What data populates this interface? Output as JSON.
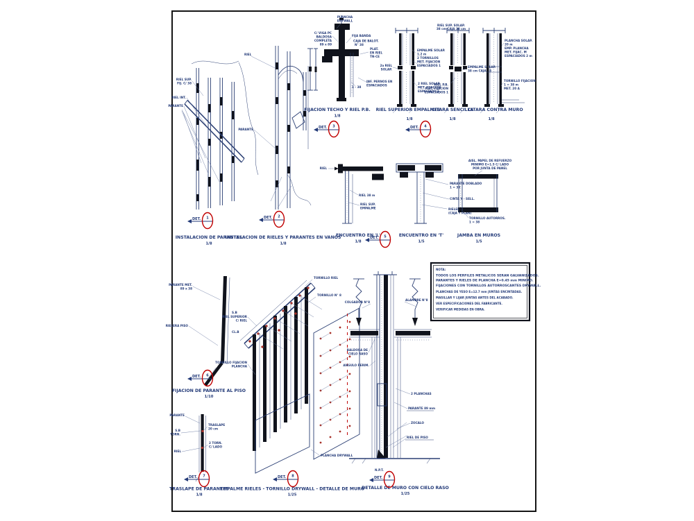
{
  "colors": {
    "line_blue": "#2a3e73",
    "text_blue": "#233a78",
    "ink_black": "#10131c",
    "marker_red": "#c00000",
    "screw_red": "#a8322a",
    "paper": "#ffffff"
  },
  "marker": {
    "prefix": "DET."
  },
  "details": {
    "iso_parantes": {
      "det": "1",
      "title": "INSTALACION DE PARANTES",
      "scale": "1/8",
      "labels": [
        "RIEL SUP.",
        "FIJ. C/ 38",
        "RIEL INT.",
        "PARANTE"
      ]
    },
    "iso_vanos": {
      "det": "2",
      "title": "INSTALACION DE RIELES Y PARANTES EN VANOS",
      "scale": "1/8",
      "labels": [
        "RIEL",
        "PARANTE"
      ]
    },
    "fija_techo": {
      "det": "3",
      "title": "FIJACION TECHO Y RIEL P.B.",
      "scale": "1/8",
      "labels": [
        "PLANCHA",
        "DRYWALL",
        "C/ VIGA PC",
        "BALDOSA",
        "COMPLETA",
        "89 x 89",
        "FIJA BANDA",
        "CAJA DE BALOT.",
        "N° 38",
        "PLAT.",
        "EN RIEL",
        "TN-CE",
        "1 - 38",
        "INF. PERNOS EN",
        "ESPACIADOS"
      ]
    },
    "riel_superior": {
      "det": "4",
      "title": "RIEL SUPERIOR EMPALMES",
      "scale": "1/8",
      "labels": [
        "2a RIEL",
        "SOLAP.",
        "EMPALME SOLAP.",
        "1.2 m",
        "2 TORNILLOS",
        "MET. FIJACION",
        "ESPACIADOS 1",
        "2 RIEL SOLAP.",
        "MET. FIJACION",
        "ESPACIADO 1"
      ]
    },
    "citara_sencilla": {
      "title": "CITARA SENCILLA",
      "scale": "1/8",
      "labels": [
        "RIEL SUP. SOLAP.",
        "38 cm CAJA 38 cm",
        "EMPALME SOLAP.",
        "38 cm CAJA 38",
        "RIEL P.B.",
        "MET. FIJACION",
        "ESPACIADOS 1"
      ]
    },
    "citara_muro": {
      "title": "CITARA CONTRA MURO",
      "scale": "1/8",
      "labels": [
        "PLANCHA SOLAP.",
        "20 m",
        "EMP. PLANCHA",
        "MET. FIJAC. M",
        "ESPACIADOS 2 m",
        "TORNILLO FIJACION",
        "1 = 38 m",
        "MET. 20 A"
      ]
    },
    "encuentro_l": {
      "det": "5",
      "title": "ENCUENTRO EN 'L'",
      "scale": "1/8",
      "labels": [
        "RIEL",
        "RIEL 38 m",
        "RIEL SUP.",
        "EMPALME"
      ]
    },
    "encuentro_t": {
      "title": "ENCUENTRO EN 'T'",
      "scale": "1/5",
      "labels": [
        "PARANTE DOBLADO",
        "1 = 38",
        "CINTA Y - SELL.",
        "RIELERA 38 mm",
        "(CAJA Y PLAN)"
      ]
    },
    "jamba": {
      "title": "JAMBA EN MUROS",
      "scale": "1/5",
      "labels": [
        "AISL. PAPEL DE REFUERZO",
        "MINIMO E=1.5 C/ LADO",
        "POR JUNTA DE PANEL",
        "TORNILLO AUTORROS.",
        "1 = 38"
      ]
    },
    "fija_piso": {
      "det": "6",
      "title": "FIJACION DE PARANTE AL PISO",
      "scale": "1/10",
      "labels": [
        "PARANTE MET.",
        "89 x 38",
        "RIELERA PISO",
        "S.B",
        "CL.B"
      ]
    },
    "traslape": {
      "det": "7",
      "title": "TRASLAPE DE PARANTES",
      "scale": "1/8",
      "labels": [
        "PARANTE",
        "S.B",
        "TORN.",
        "RIEL",
        "TRASLAPE",
        "20 cm",
        "2 TORN.",
        "C/ LADO"
      ]
    },
    "muro_iso": {
      "det": "8",
      "title": "EMPALME RIELES - TORNILLO DRYWALL - DETALLE DE MURO",
      "scale": "1/25",
      "labels": [
        "RIEL SUPERIOR",
        "C/ RIEL",
        "TORNILLO FIJACION",
        "PLANCHA",
        "TORNILLO RIEL",
        "TORNILLO N° 8",
        "PLANCHA DRYWALL"
      ]
    },
    "cielo_raso": {
      "det": "9",
      "title": "DETALLE DE MURO CON CIELO RASO",
      "scale": "1/25",
      "labels": [
        "COLGADOR N°8",
        "ALAMBRE N°8",
        "BALDOSA DE",
        "CIELO RASO",
        "ANGULO PERIM.",
        "2 PLANCHAS",
        "PARANTE 89 mm",
        "ZOCALO",
        "RIEL DE PISO",
        "N.P.T."
      ]
    }
  },
  "notes": {
    "heading": "NOTA:",
    "lines": [
      "TODOS LOS PERFILES METALICOS SERAN GALVANIZADOS.",
      "PARANTES Y RIELES DE PLANCHA E=0.45 mm MINIMO.",
      "FIJACIONES CON TORNILLOS AUTORROSCANTES DRYWALL.",
      "PLANCHAS DE YESO E=12.7 mm JUNTAS ENCINTADAS.",
      "MASILLAR Y LIJAR JUNTAS ANTES DEL ACABADO.",
      "VER ESPECIFICACIONES DEL FABRICANTE.",
      "VERIFICAR MEDIDAS EN OBRA."
    ]
  }
}
